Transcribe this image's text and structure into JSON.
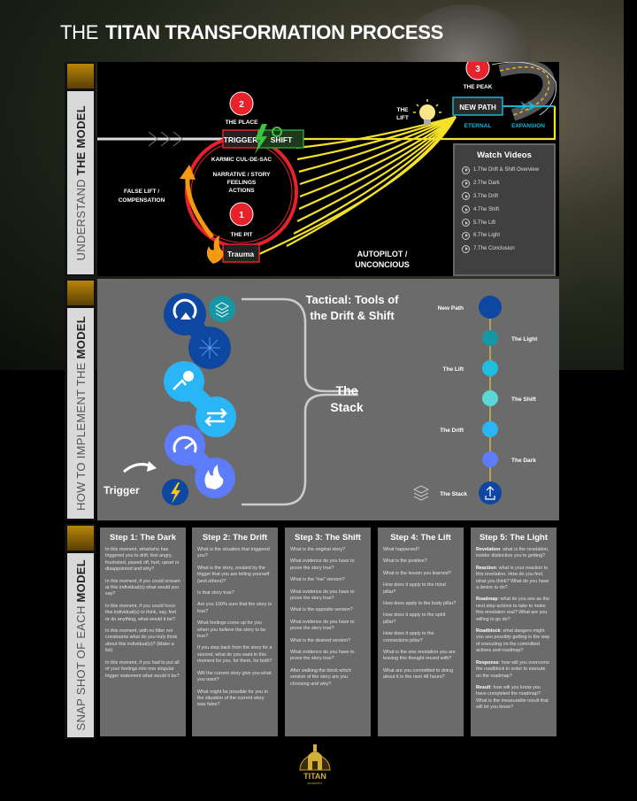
{
  "title": {
    "prefix": "THE",
    "main": "TITAN TRANSFORMATION PROCESS"
  },
  "sections": {
    "understand": {
      "label_light": "UNDERSTAND ",
      "label_bold": "THE MODEL"
    },
    "implement": {
      "label_light": "HOW TO IMPLEMENT THE ",
      "label_bold": "MODEL"
    },
    "snapshot": {
      "label_light": "SNAP SHOT OF EACH ",
      "label_bold": "MODEL"
    }
  },
  "model": {
    "num1": "1",
    "num2": "2",
    "num3": "3",
    "the_place": "THE PLACE",
    "trigger": "TRIGGER",
    "shift": "SHIFT",
    "karmic": "KARMIC CUL-DE-SAC",
    "narrative": "NARRATIVE / STORY",
    "feelings": "FEELINGS",
    "actions": "ACTIONS",
    "the_pit": "THE PIT",
    "trauma": "Trauma",
    "false_lift_1": "FALSE LIFT /",
    "false_lift_2": "COMPENSATION",
    "the_lift_1": "THE",
    "the_lift_2": "LIFT",
    "the_peak": "THE PEAK",
    "new_path": "NEW PATH",
    "eternal": "ETERNAL",
    "expansion": "EXPANSION",
    "autopilot_1": "AUTOPILOT /",
    "autopilot_2": "UNCONCIOUS",
    "colors": {
      "red": "#e8222a",
      "green": "#2e9e3a",
      "yellow": "#f5e12a",
      "cyan": "#19b4d2",
      "orange": "#f39a12"
    }
  },
  "videos": {
    "title": "Watch Videos",
    "items": [
      "1.The Drift & Shift Overview",
      "2.The Dark",
      "3.The Drift",
      "4.The Shift",
      "5.The Lift",
      "6.The Light",
      "7.The Conclusion"
    ]
  },
  "tactical": {
    "title_1": "Tactical: Tools of",
    "title_2": "the Drift & Shift",
    "stack_1": "The",
    "stack_2": "Stack",
    "trigger": "Trigger",
    "timeline": [
      "New Path",
      "The Light",
      "The Lift",
      "The Shift",
      "The Drift",
      "The Dark",
      "The Stack"
    ]
  },
  "steps": [
    {
      "title": "Step 1: The Dark",
      "items": [
        "In this moment, what/who has triggered you to drift, feel angry, frustrated, pissed off, hurt, upset or disappointed and why?",
        "In this moment, if you could scream at this individual(s) what would you say?",
        "In this moment, if you could force this individual(s) to think, say, feel or do anything, what would it be?",
        "In this moment, with no filter nor constraints what do you truly think about this individual(s)? (Make a list)",
        "In this moment, if you had to put all of your feelings into one singular trigger statement what would it be?"
      ]
    },
    {
      "title": "Step 2: The Drift",
      "items": [
        "What is the situation that triggered you?",
        "What is the story, created by the trigger that you are telling yourself (and others)?",
        "Is that story true?",
        "Are you 100% sure that the story is true?",
        "What feelings come up for you when you believe the story to be true?",
        "If you step back from the story for a second, what do you want in this moment for you, for them, for both?",
        "Will the current story give you what you want?",
        "What might be possible for you in the situation of the current story was false?"
      ]
    },
    {
      "title": "Step 3: The Shift",
      "items": [
        "What is the original story?",
        "What evidence do you have to prove the story true?",
        "What is the \"me\" version?",
        "What evidence do you have to prove the story true?",
        "What is the opposite version?",
        "What evidence do you have to prove the story true?",
        "What is the desired version?",
        "What evidence do you have to prove the story true?",
        "After walking the block which version of the story are you choosing and why?"
      ]
    },
    {
      "title": "Step 4: The Lift",
      "items": [
        "What happened?",
        "What is the positive?",
        "What is the lesson you learned?",
        "How does it apply to the mind pillar?",
        "How does apply to the body pillar?",
        "How does it apply to the spirit pillar?",
        "How does it apply to the connections pillar?",
        "What is the one revelation you are leaving this thought record with?",
        "What are you committed to doing about it in the next 48 hours?"
      ]
    },
    {
      "title": "Step 5: The Light",
      "items": [
        {
          "term": "Revelation",
          "text": ": what is the revelation, insider distinction you're getting?"
        },
        {
          "term": "Reaction",
          "text": ": what is your reaction to this revelation. How do you feel, what you think? What do you have a desire to do?"
        },
        {
          "term": "Roadmap",
          "text": ": what do you see as the next step actions to take to make this revelation real? What are you willing to go do?"
        },
        {
          "term": "Roadblock",
          "text": ": what dangers might you see possibly getting in the way of executing on the committed actions and roadmap?"
        },
        {
          "term": "Response",
          "text": ": how will you overcome the roadblock in order to execute on the roadmap?"
        },
        {
          "term": "Result",
          "text": ": how will you know you have completed the roadmap? What is the measurable result that will let you know?"
        }
      ]
    }
  ],
  "logo": {
    "text": "THE TITAN BLUEPRINT"
  }
}
